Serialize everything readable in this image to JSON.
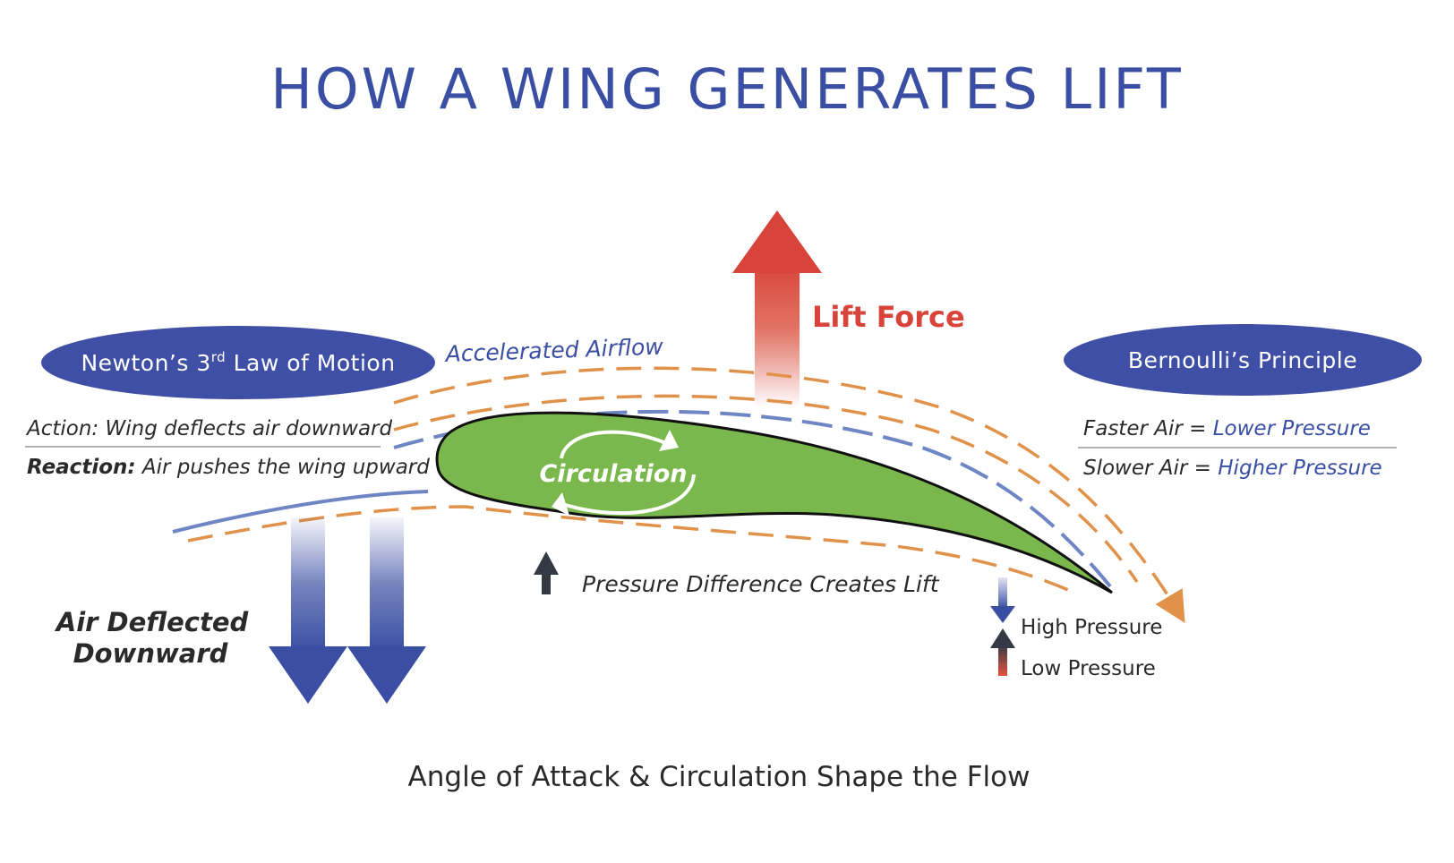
{
  "title": "HOW A WING GENERATES LIFT",
  "newton": {
    "heading_main": "Newton’s 3",
    "heading_sup": "rd",
    "heading_rest": " Law of Motion",
    "action_label": "Action:",
    "action_text": " Wing deflects air downward",
    "reaction_label": "Reaction:",
    "reaction_text": " Air pushes the wing upward"
  },
  "bernoulli": {
    "heading": "Bernoulli’s Principle",
    "faster_left": "Faster Air = ",
    "faster_right": "Lower Pressure",
    "slower_left": "Slower Air = ",
    "slower_right": "Higher Pressure"
  },
  "labels": {
    "accelerated_airflow": "Accelerated Airflow",
    "lift_force": "Lift Force",
    "circulation": "Circulation",
    "pressure_difference": "Pressure Difference Creates Lift",
    "air_deflected_line1": "Air Deflected",
    "air_deflected_line2": "Downward",
    "high_pressure": "High Pressure",
    "low_pressure": "Low Pressure"
  },
  "footer": "Angle of Attack & Circulation Shape the Flow",
  "colors": {
    "title_blue": "#3a4fa3",
    "pill_blue": "#3f4fa6",
    "lift_red": "#d9443a",
    "wing_green": "#7ab84e",
    "flow_orange": "#e0924a",
    "flow_blue": "#6f86c4",
    "down_arrow_blue": "#3a4fa3"
  }
}
